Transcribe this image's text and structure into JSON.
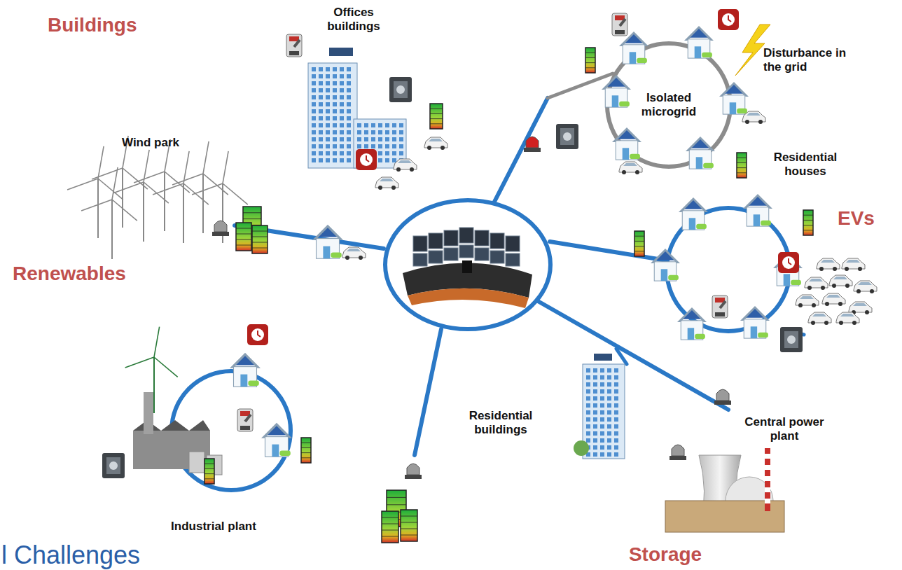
{
  "diagram": {
    "nodes": [
      {
        "text": [
          "Isolated microgrid"
        ]
      }
    ],
    "labels": [
      "Buildings",
      "Offices buildings",
      "Wind park",
      "Renewables",
      "Disturbance in the grid",
      "Residential houses",
      "EVs",
      "Residential buildings",
      "Central power plant",
      "Industrial plant",
      "Storage",
      "l Challenges"
    ]
  }
}
